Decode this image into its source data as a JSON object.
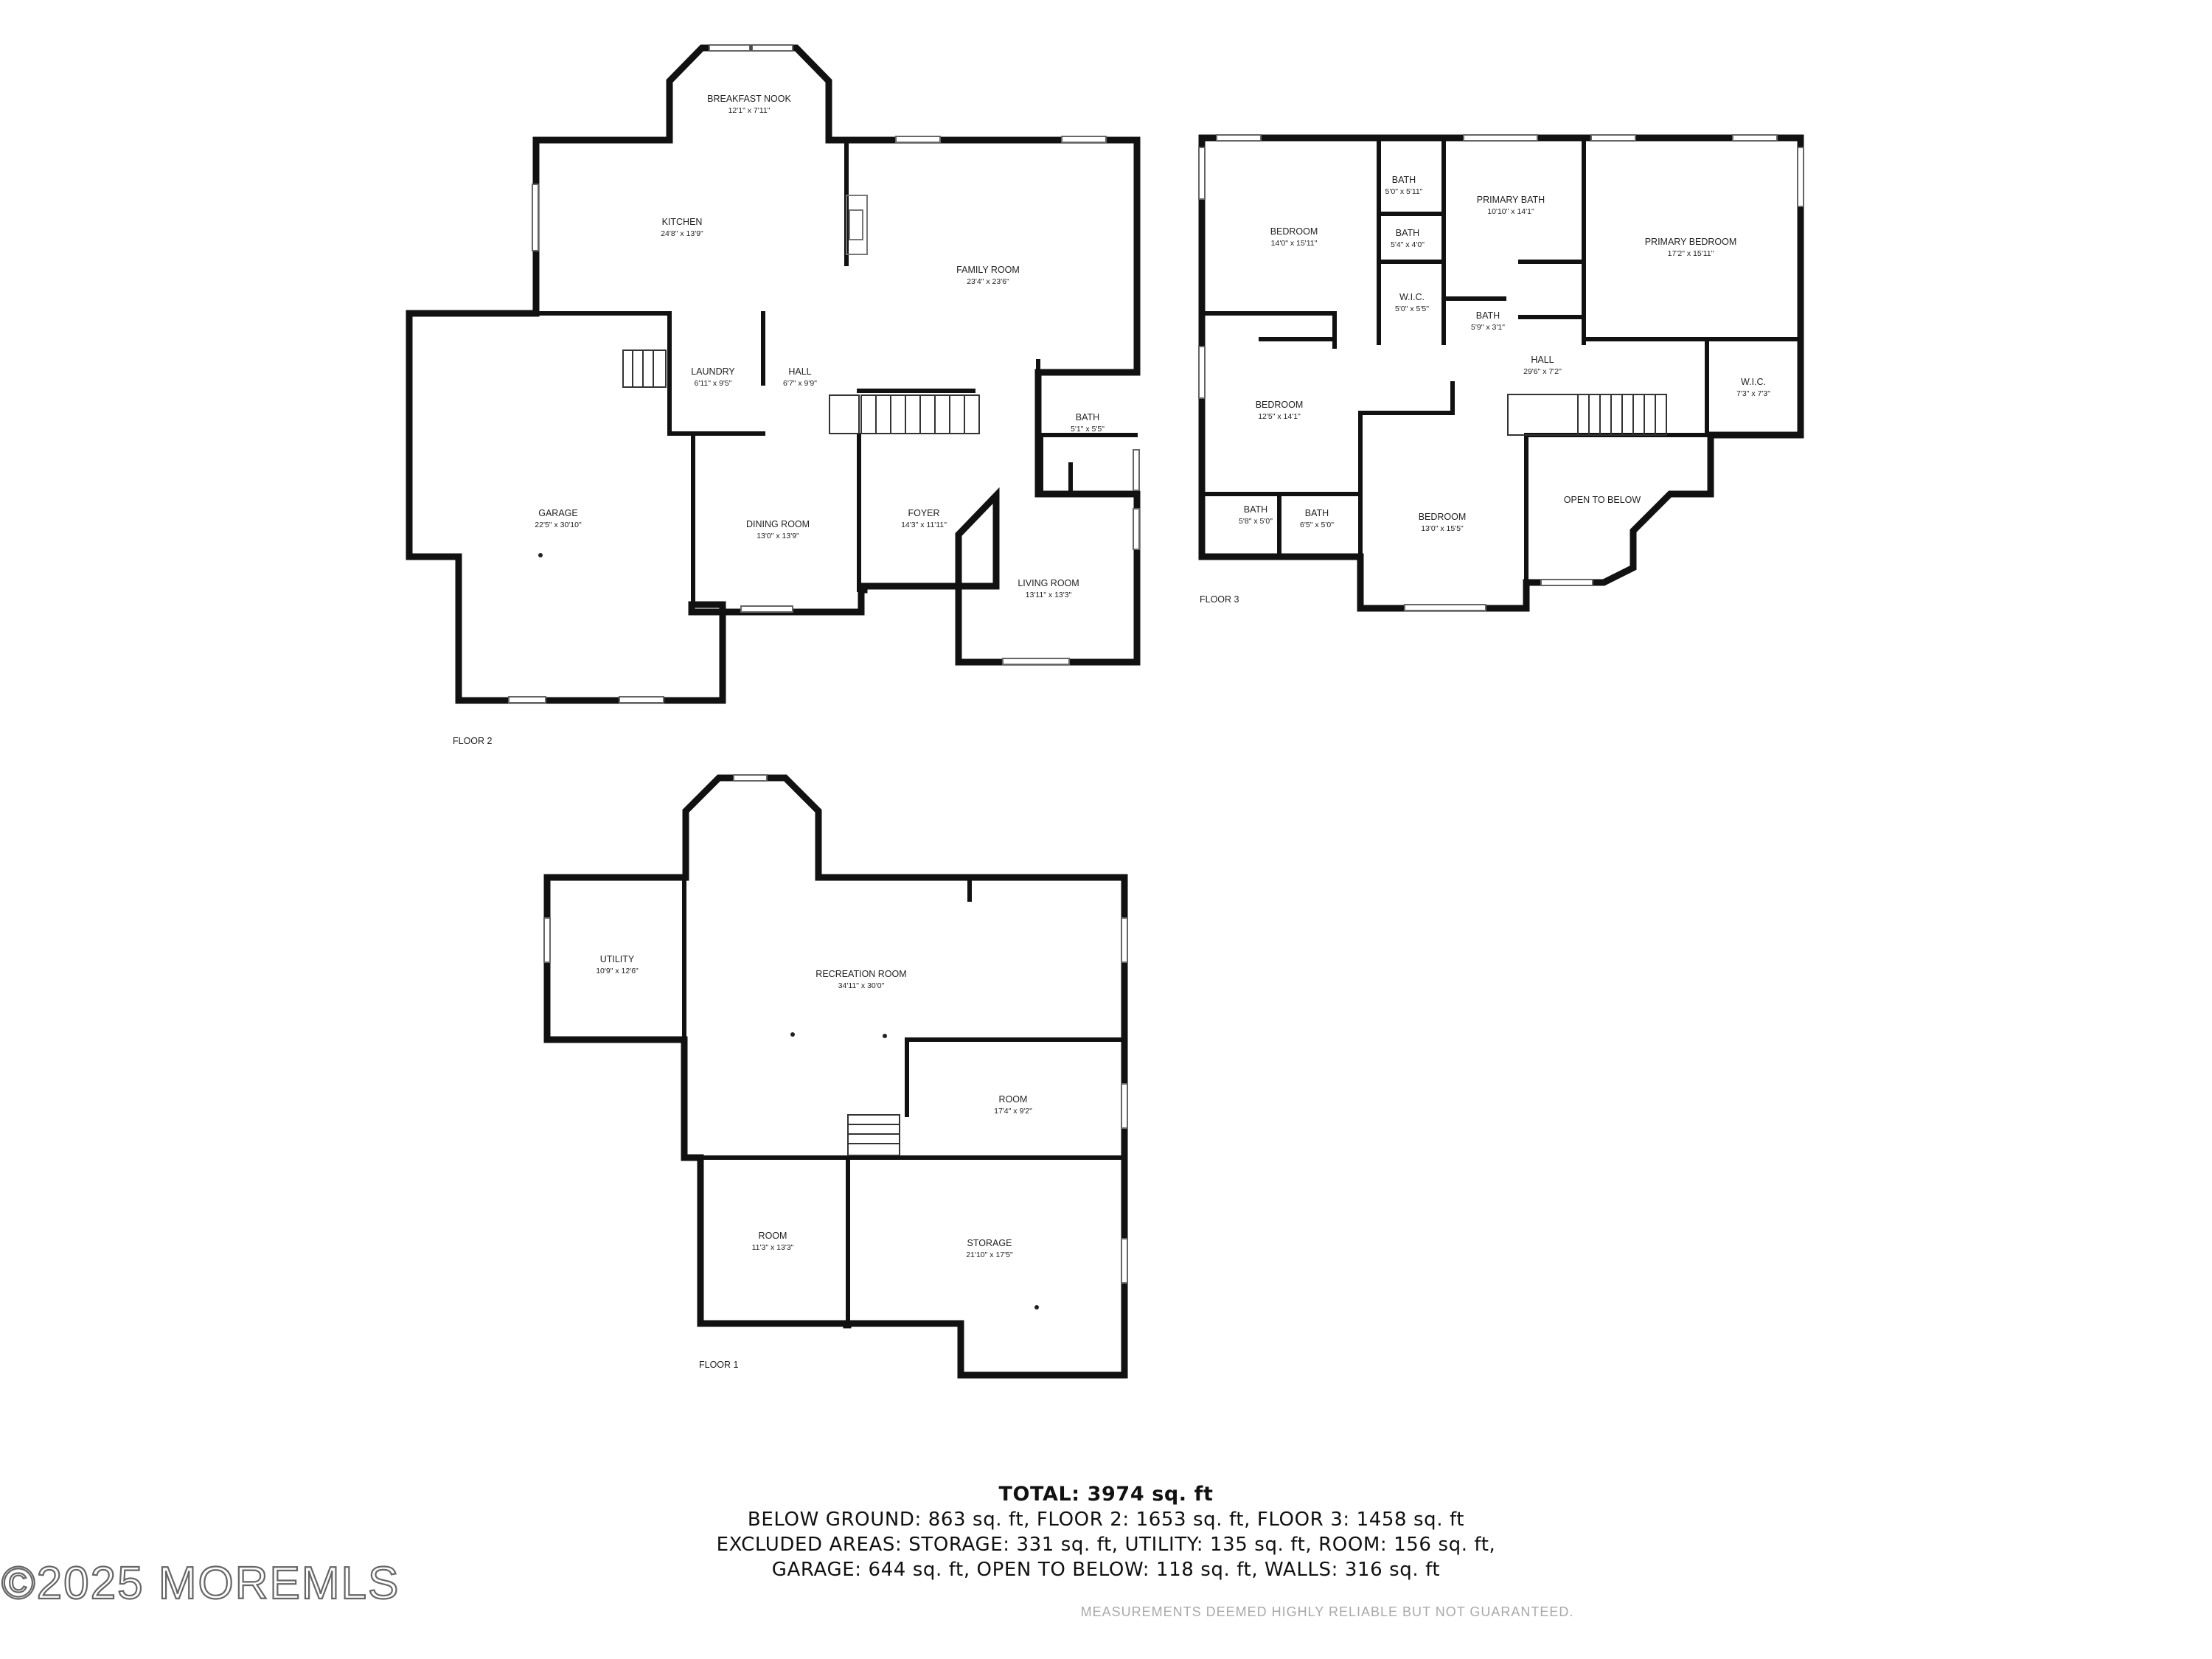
{
  "floors": {
    "floor2": {
      "label": "FLOOR 2",
      "rooms": {
        "breakfast_nook": {
          "name": "BREAKFAST NOOK",
          "dim": "12'1\" x 7'11\""
        },
        "kitchen": {
          "name": "KITCHEN",
          "dim": "24'8\" x 13'9\""
        },
        "family_room": {
          "name": "FAMILY ROOM",
          "dim": "23'4\" x 23'6\""
        },
        "laundry": {
          "name": "LAUNDRY",
          "dim": "6'11\" x 9'5\""
        },
        "hall": {
          "name": "HALL",
          "dim": "6'7\" x 9'9\""
        },
        "bath": {
          "name": "BATH",
          "dim": "5'1\" x 5'5\""
        },
        "garage": {
          "name": "GARAGE",
          "dim": "22'5\" x 30'10\""
        },
        "dining_room": {
          "name": "DINING ROOM",
          "dim": "13'0\" x 13'9\""
        },
        "foyer": {
          "name": "FOYER",
          "dim": "14'3\" x 11'11\""
        },
        "living_room": {
          "name": "LIVING ROOM",
          "dim": "13'11\" x 13'3\""
        }
      }
    },
    "floor3": {
      "label": "FLOOR 3",
      "rooms": {
        "bedroom_nw": {
          "name": "BEDROOM",
          "dim": "14'0\" x 15'11\""
        },
        "bath_a": {
          "name": "BATH",
          "dim": "5'0\" x 5'11\""
        },
        "bath_b": {
          "name": "BATH",
          "dim": "5'4\" x 4'0\""
        },
        "wic_a": {
          "name": "W.I.C.",
          "dim": "5'0\" x 5'5\""
        },
        "primary_bath": {
          "name": "PRIMARY BATH",
          "dim": "10'10\" x 14'1\""
        },
        "bath_c": {
          "name": "BATH",
          "dim": "5'9\" x 3'1\""
        },
        "primary_bedroom": {
          "name": "PRIMARY BEDROOM",
          "dim": "17'2\" x 15'11\""
        },
        "hall": {
          "name": "HALL",
          "dim": "29'6\" x 7'2\""
        },
        "wic_b": {
          "name": "W.I.C.",
          "dim": "7'3\" x 7'3\""
        },
        "bedroom_w": {
          "name": "BEDROOM",
          "dim": "12'5\" x 14'1\""
        },
        "bath_d": {
          "name": "BATH",
          "dim": "5'8\" x 5'0\""
        },
        "bath_e": {
          "name": "BATH",
          "dim": "6'5\" x 5'0\""
        },
        "bedroom_s": {
          "name": "BEDROOM",
          "dim": "13'0\" x 15'5\""
        },
        "open_to_below": {
          "name": "OPEN TO BELOW"
        }
      }
    },
    "floor1": {
      "label": "FLOOR 1",
      "rooms": {
        "utility": {
          "name": "UTILITY",
          "dim": "10'9\" x 12'6\""
        },
        "recreation_room": {
          "name": "RECREATION ROOM",
          "dim": "34'11\" x 30'0\""
        },
        "room_east": {
          "name": "ROOM",
          "dim": "17'4\" x 9'2\""
        },
        "room_west": {
          "name": "ROOM",
          "dim": "11'3\" x 13'3\""
        },
        "storage": {
          "name": "STORAGE",
          "dim": "21'10\" x 17'5\""
        }
      }
    }
  },
  "summary": {
    "total": "TOTAL: 3974 sq. ft",
    "line1": "BELOW GROUND: 863 sq. ft, FLOOR 2: 1653 sq. ft, FLOOR 3: 1458 sq. ft",
    "line2": "EXCLUDED AREAS: STORAGE: 331 sq. ft, UTILITY: 135 sq. ft, ROOM: 156 sq. ft,",
    "line3": "GARAGE: 644 sq. ft, OPEN TO BELOW: 118 sq. ft, WALLS: 316 sq. ft"
  },
  "disclaimer": "MEASUREMENTS DEEMED HIGHLY RELIABLE BUT NOT GUARANTEED.",
  "watermark": "©2025 MOREMLS"
}
